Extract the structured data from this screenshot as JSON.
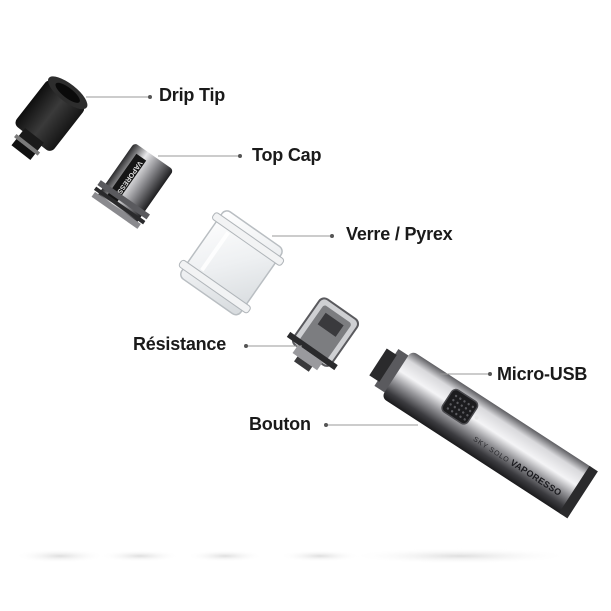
{
  "labels": {
    "drip_tip": "Drip Tip",
    "top_cap": "Top Cap",
    "glass": "Verre / Pyrex",
    "coil": "Résistance",
    "usb": "Micro-USB",
    "button": "Bouton"
  },
  "device": {
    "model": "SKY SOLO",
    "brand": "VAPORESSO",
    "cap_brand": "VAPORESSO"
  },
  "colors": {
    "label_text": "#1a1a1a",
    "leader_line": "#9a9a9a",
    "body_metal": "#b8b8bc",
    "dark_part": "#1e1e1e"
  }
}
